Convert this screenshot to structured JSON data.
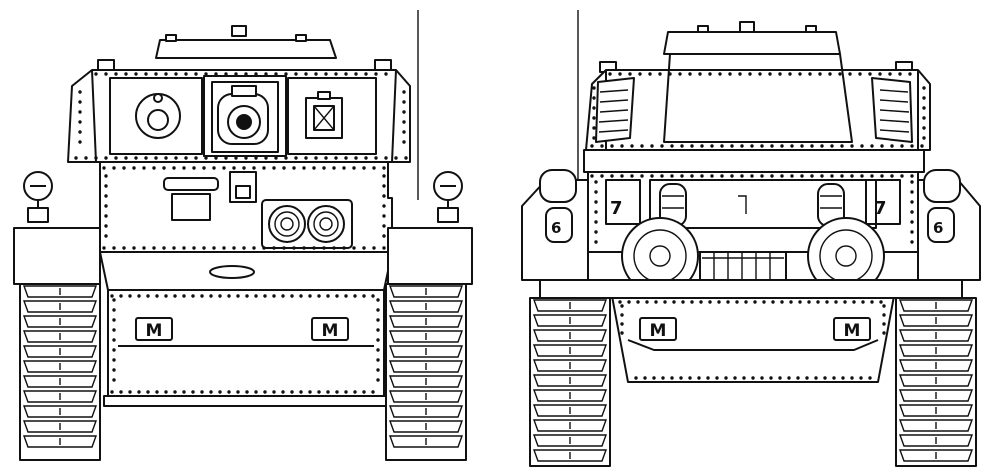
{
  "drawing": {
    "views": [
      {
        "name": "front-view",
        "marking": "M"
      },
      {
        "name": "rear-view",
        "marking": "M",
        "track_numbers": [
          "6",
          "6"
        ],
        "fender_numbers": [
          "7",
          "7"
        ]
      }
    ],
    "line_color": "#111111",
    "background": "#ffffff"
  }
}
